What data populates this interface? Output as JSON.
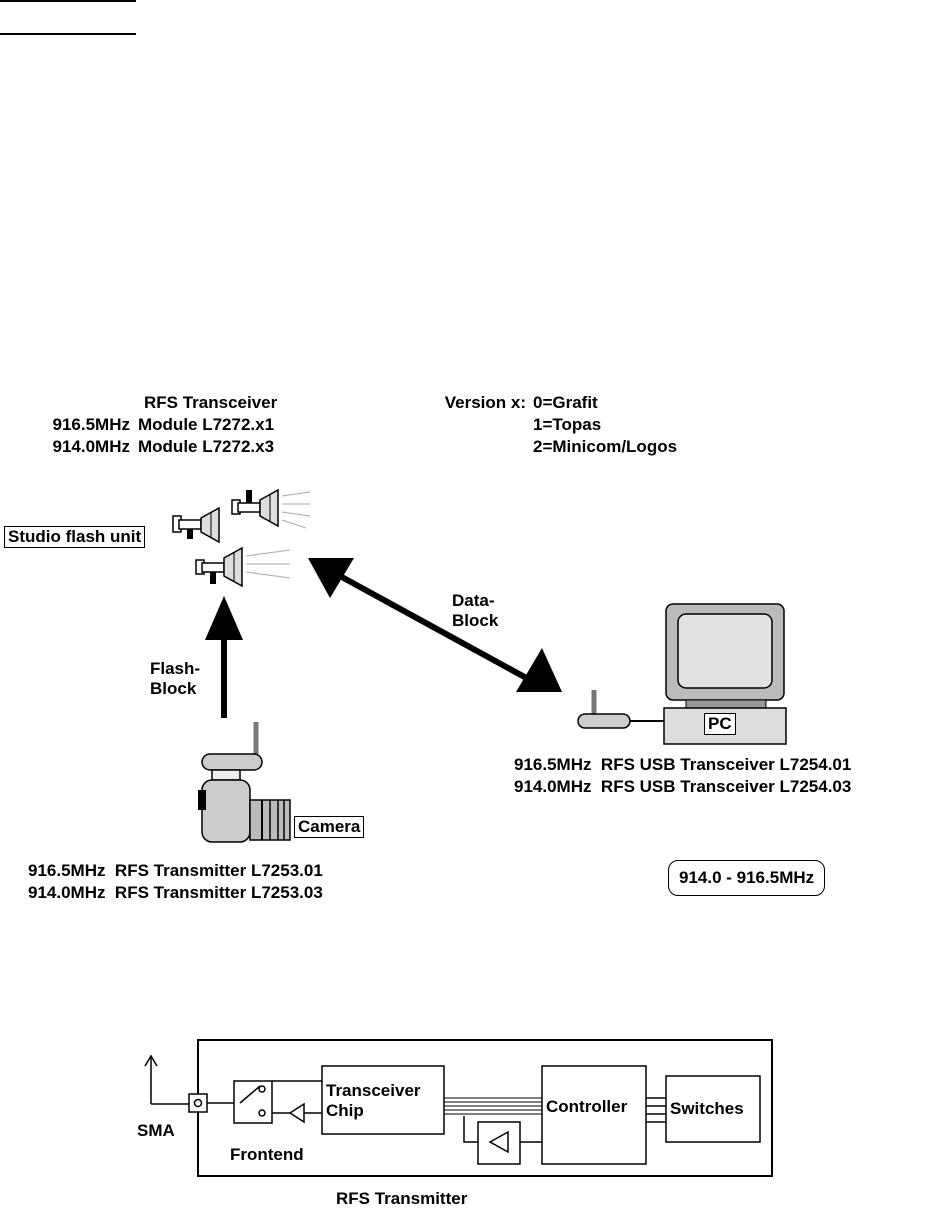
{
  "diagram": {
    "transceiver_title": "RFS Transceiver",
    "transceiver_lines": [
      {
        "freq": "916.5MHz",
        "module": "Module L7272.x1"
      },
      {
        "freq": "914.0MHz",
        "module": "Module L7272.x3"
      }
    ],
    "version_label": "Version x:",
    "versions": [
      "0=Grafit",
      "1=Topas",
      "2=Minicom/Logos"
    ],
    "studio_flash_label": "Studio flash unit",
    "flash_block_label": [
      "Flash-",
      "Block"
    ],
    "data_block_label": [
      "Data-",
      "Block"
    ],
    "pc_label": "PC",
    "usb_lines": [
      "916.5MHz  RFS USB Transceiver L7254.01",
      "914.0MHz  RFS USB Transceiver L7254.03"
    ],
    "camera_label": "Camera",
    "transmitter_lines": [
      "916.5MHz  RFS Transmitter L7253.01",
      "914.0MHz  RFS Transmitter L7253.03"
    ],
    "frequency_range": "914.0 - 916.5MHz"
  },
  "block_diagram": {
    "sma_label": "SMA",
    "frontend_label": "Frontend",
    "transceiver_chip_label": [
      "Transceiver",
      "Chip"
    ],
    "controller_label": "Controller",
    "switches_label": "Switches",
    "caption": "RFS Transmitter"
  }
}
